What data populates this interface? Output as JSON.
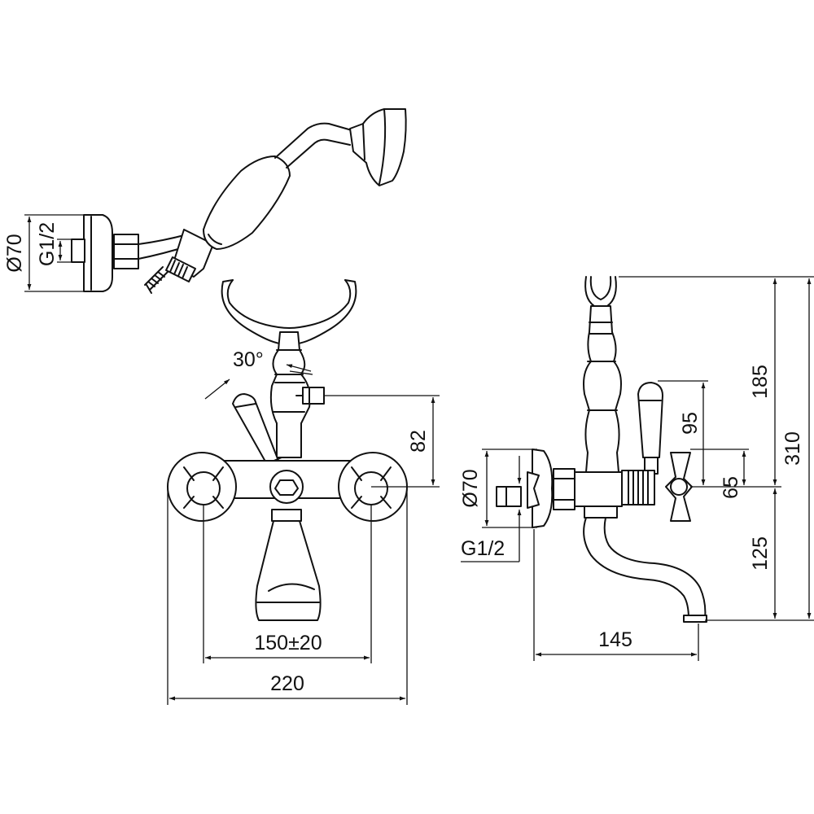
{
  "drawing": {
    "labels": {
      "handshower_diameter": "Ø70",
      "handshower_thread": "G1/2",
      "holder_angle": "30°",
      "front_width_total": "220",
      "front_centers": "150±20",
      "front_handle_height": "82",
      "side_diameter": "Ø70",
      "side_thread": "G1/2",
      "side_projection": "145",
      "side_overall_height": "310",
      "side_upper_height": "185",
      "side_lever_height": "95",
      "side_cross_height": "65",
      "side_spout_drop": "125"
    }
  }
}
